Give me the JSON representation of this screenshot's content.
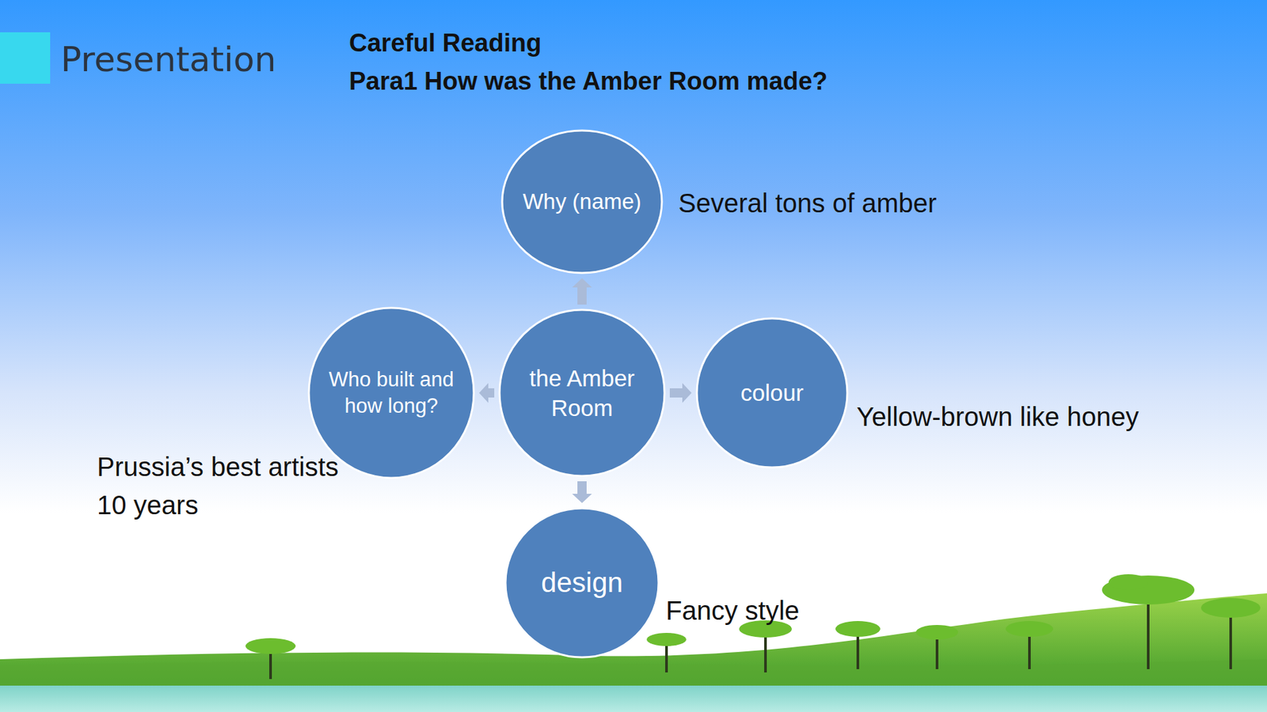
{
  "diagram": {
    "title": "Careful Reading",
    "nodes": [
      {
        "text": [
          "Why (name)"
        ]
      },
      {
        "text": [
          "Who built and how long?"
        ]
      },
      {
        "text": [
          "the Amber Room"
        ]
      },
      {
        "text": [
          "colour"
        ]
      },
      {
        "text": [
          "design"
        ]
      }
    ],
    "edges": [
      {
        "from": 2,
        "to": 0,
        "arrow": "to"
      },
      {
        "from": 2,
        "to": 1,
        "arrow": "to"
      },
      {
        "from": 2,
        "to": 3,
        "arrow": "to"
      },
      {
        "from": 2,
        "to": 4,
        "arrow": "to"
      }
    ],
    "labels": [
      "Presentation",
      "Para1 How was the Amber Room made?",
      "Several tons of amber",
      "Yellow-brown like honey",
      "Prussia’s best artists",
      "10 years",
      "Fancy style"
    ]
  }
}
